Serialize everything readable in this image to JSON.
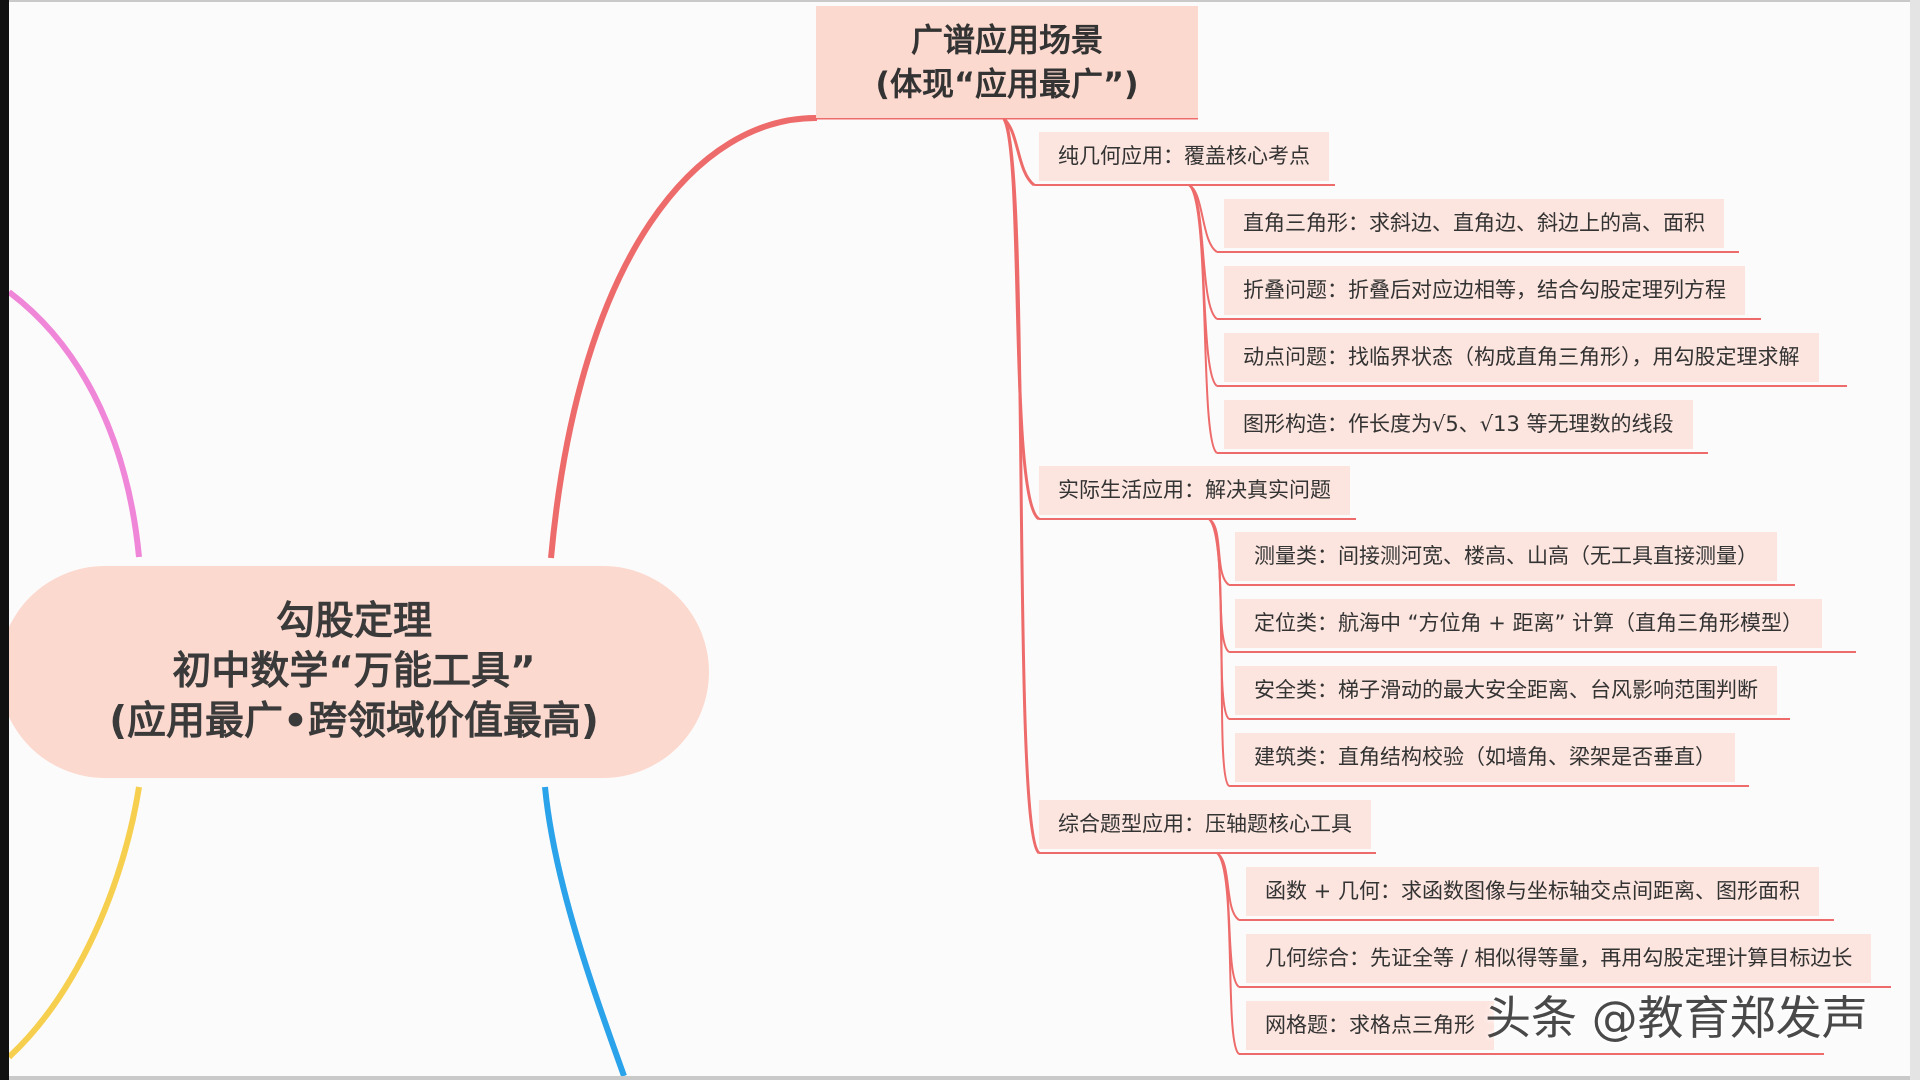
{
  "root": {
    "line1": "勾股定理",
    "line2": "初中数学“万能工具”",
    "line3": "(应用最广•跨领域价值最高)"
  },
  "main_topic": {
    "line1": "广谱应用场景",
    "line2": "(体现“应用最广”)"
  },
  "branches": [
    {
      "label": "纯几何应用：覆盖核心考点",
      "children": [
        "直角三角形：求斜边、直角边、斜边上的高、面积",
        "折叠问题：折叠后对应边相等，结合勾股定理列方程",
        "动点问题：找临界状态（构成直角三角形），用勾股定理求解",
        "图形构造：作长度为√5、√13 等无理数的线段"
      ]
    },
    {
      "label": "实际生活应用：解决真实问题",
      "children": [
        "测量类：间接测河宽、楼高、山高（无工具直接测量）",
        "定位类：航海中 “方位角 + 距离” 计算（直角三角形模型）",
        "安全类：梯子滑动的最大安全距离、台风影响范围判断",
        "建筑类：直角结构校验（如墙角、梁架是否垂直）"
      ]
    },
    {
      "label": "综合题型应用：压轴题核心工具",
      "children": [
        "函数 + 几何：求函数图像与坐标轴交点间距离、图形面积",
        "几何综合：先证全等 / 相似得等量，再用勾股定理计算目标边长",
        "网格题：求格点三角形"
      ]
    }
  ],
  "watermark": "头条 @教育郑发声",
  "colors": {
    "red_branch": "#ee6b6b",
    "node_fill": "#fde5df",
    "root_fill": "#fcd9cf",
    "pink_branch": "#ef86d8",
    "blue_branch": "#2aa3ea",
    "yellow_branch": "#f6cf4f"
  }
}
